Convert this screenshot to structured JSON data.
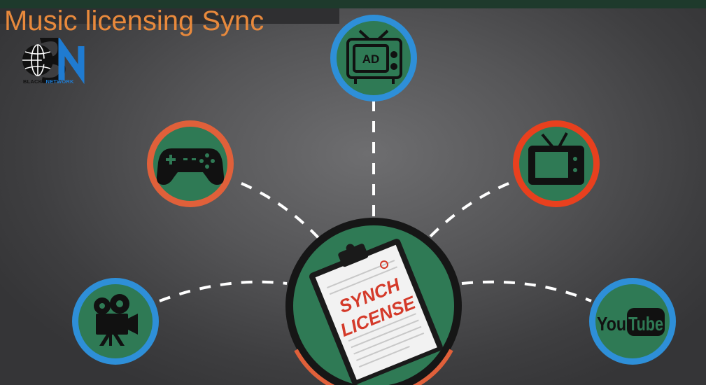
{
  "header": {
    "title": "Music licensing Sync",
    "title_color": "#e8893c"
  },
  "logo": {
    "mark": "BN",
    "wordmark_part1": "BLACKS",
    "wordmark_part2": "NETWORK",
    "color_dark": "#111111",
    "color_accent": "#1f7bd1"
  },
  "nodes": {
    "center": {
      "icon": "clipboard-icon",
      "text_line1": "SYNCH",
      "text_line2": "LICENSE",
      "ring_color": "#1a1a1a"
    },
    "tv_ad": {
      "icon": "tv-ad-icon",
      "label": "AD",
      "ring_color": "#2e8fd8"
    },
    "game": {
      "icon": "gamepad-icon",
      "ring_color": "#e0603a"
    },
    "tv": {
      "icon": "tv-icon",
      "ring_color": "#e8401e"
    },
    "film": {
      "icon": "film-camera-icon",
      "ring_color": "#2e8fd8"
    },
    "youtube": {
      "icon": "youtube-icon",
      "label_you": "You",
      "label_tube": "Tube",
      "ring_color": "#2e8fd8"
    }
  },
  "colors": {
    "node_fill": "#2f7a55",
    "dash": "#ffffff",
    "license_text": "#d43a2a"
  }
}
